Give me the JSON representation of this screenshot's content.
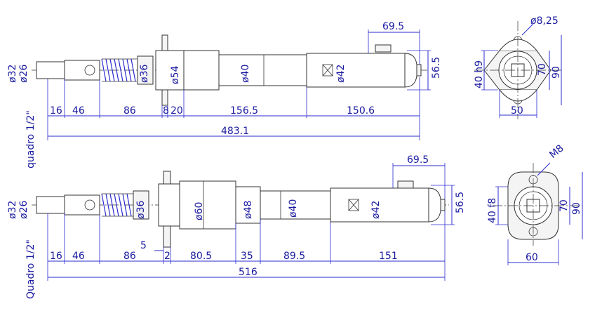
{
  "top_view": {
    "square_drive": "quadro 1/2\"",
    "dia_labels": [
      "ø32",
      "ø26",
      "ø36",
      "ø54",
      "ø40",
      "ø42"
    ],
    "lengths": [
      "16",
      "46",
      "86",
      "8",
      "20",
      "156.5",
      "150.6"
    ],
    "total": "483.1",
    "fitting_offset": "69.5",
    "height": "56.5"
  },
  "bottom_view": {
    "square_drive": "Quadro 1/2\"",
    "dia_labels": [
      "ø32",
      "ø26",
      "ø36",
      "ø60",
      "ø48",
      "ø40",
      "ø42"
    ],
    "lengths": [
      "16",
      "46",
      "86",
      "2",
      "80.5",
      "35",
      "89.5",
      "151"
    ],
    "flange_thickness": "5",
    "total": "516",
    "fitting_offset": "69.5",
    "height": "56.5"
  },
  "top_flange": {
    "hole": "ø8,25",
    "height_tol": "40 h9",
    "inner": "70",
    "outer": "90",
    "width": "50"
  },
  "bottom_flange": {
    "thread": "M8",
    "height_tol": "40 f8",
    "inner": "70",
    "outer": "90",
    "width": "60"
  }
}
